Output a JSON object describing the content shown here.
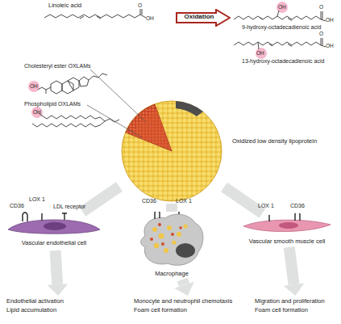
{
  "diagram": {
    "nodes": [
      {
        "text": [
          "Oxidation"
        ]
      },
      {
        "text": [
          "Oxidized low density lipoprotein"
        ]
      },
      {
        "text": [
          "Vascular endothelial cell"
        ]
      },
      {
        "text": [
          "Macrophage"
        ]
      },
      {
        "text": [
          "Vascular smooth muscle cell"
        ]
      },
      {
        "text": [
          "Endothelial activation",
          "Lipid accumulation"
        ]
      },
      {
        "text": [
          "Monocyte and neutrophil chemotaxis",
          "Foam cell formation"
        ]
      },
      {
        "text": [
          "Migration and proliferation",
          "Foam cell formation"
        ]
      }
    ],
    "edges": [
      {
        "from": 1,
        "to": 2,
        "arrow": "none"
      },
      {
        "from": 1,
        "to": 3,
        "arrow": "none"
      },
      {
        "from": 1,
        "to": 4,
        "arrow": "none"
      },
      {
        "from": 2,
        "to": 5,
        "arrow": "to"
      },
      {
        "from": 3,
        "to": 6,
        "arrow": "to"
      },
      {
        "from": 4,
        "to": 7,
        "arrow": "to"
      }
    ],
    "labels": [
      "Linoleic acid",
      "O",
      "OH",
      "OH",
      "O",
      "OH",
      "9-hydroxy-octadecadienoic acid",
      "OH",
      "O",
      "OH",
      "13-hydroxy-octadecadienoic acid",
      "Cholesteryl ester OXLAMs",
      "OH",
      "Phospholipid OXLAMs",
      "OH",
      "CD36",
      "LOX 1",
      "LDL receptor",
      "CD36",
      "LOX 1",
      "LOX 1",
      "CD36"
    ]
  }
}
